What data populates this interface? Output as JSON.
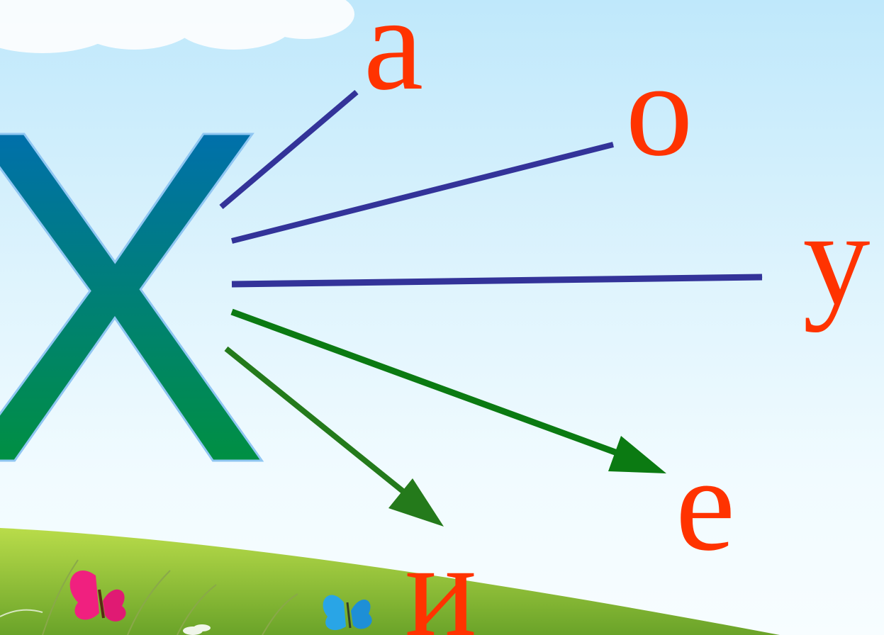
{
  "main_letter": "Х",
  "vowels": [
    "а",
    "о",
    "у",
    "е",
    "и"
  ],
  "colors": {
    "main_letter_top": "#0066cc",
    "main_letter_bottom": "#009922",
    "main_letter_outline": "#8fc6f2",
    "vowel_text": "#ff3300",
    "arrow_blue": "#333399",
    "arrow_green_e": "#0b7a12",
    "arrow_green_i": "#247a1b",
    "grass_light": "#a5cf3c",
    "grass_dark": "#6aa329"
  },
  "decorations": {
    "cloud": "cloud-icon",
    "butterfly_pink": "pink-butterfly-icon",
    "butterfly_blue": "blue-butterfly-icon",
    "grass": "grass-hill"
  }
}
